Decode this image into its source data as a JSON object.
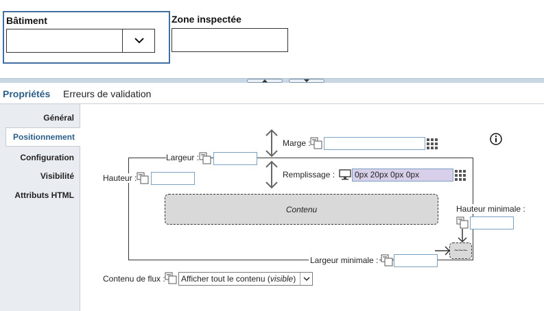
{
  "form": {
    "batiment_label": "Bâtiment",
    "batiment_value": "",
    "zone_label": "Zone inspectée",
    "zone_value": ""
  },
  "tabs": [
    {
      "label": "Propriétés",
      "active": true
    },
    {
      "label": "Erreurs de validation",
      "active": false
    }
  ],
  "nav": {
    "items": [
      {
        "label": "Général"
      },
      {
        "label": "Positionnement",
        "active": true
      },
      {
        "label": "Configuration"
      },
      {
        "label": "Visibilité"
      },
      {
        "label": "Attributs HTML"
      }
    ]
  },
  "positioning": {
    "marge_label": "Marge :",
    "marge_value": "",
    "largeur_label": "Largeur :",
    "largeur_value": "",
    "hauteur_label": "Hauteur :",
    "hauteur_value": "",
    "remplissage_label": "Remplissage :",
    "remplissage_value": "0px 20px 0px 0px",
    "contenu_label": "Contenu",
    "hauteur_min_label": "Hauteur minimale :",
    "hauteur_min_value": "",
    "largeur_min_label": "Largeur minimale :",
    "largeur_min_value": "",
    "resize_glyph": "~~~",
    "flux_label": "Contenu de flux :",
    "flux_value_prefix": "Afficher tout le contenu (",
    "flux_value_italic": "visible",
    "flux_value_suffix": ")"
  },
  "colors": {
    "accent": "#2b5d86",
    "padding_highlight": "#d8d0ea",
    "input_border": "#7aa0c2"
  }
}
